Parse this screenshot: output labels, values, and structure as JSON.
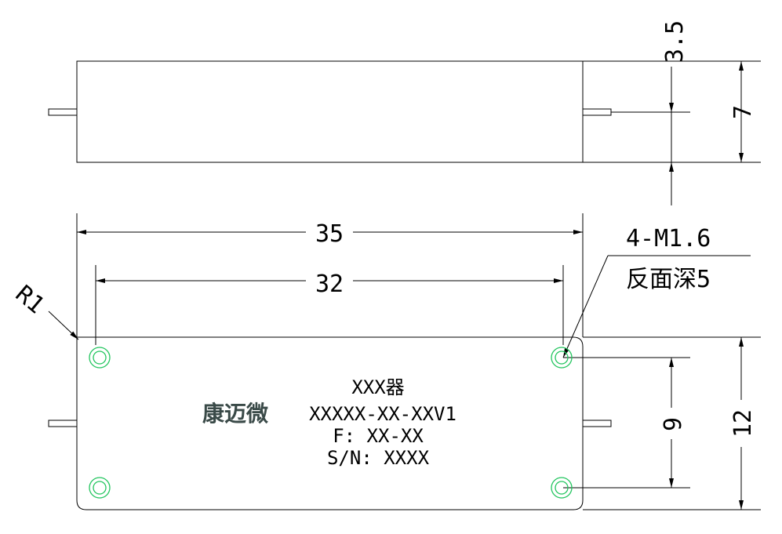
{
  "colors": {
    "line": "#000000",
    "hole": "#22c55e",
    "brand": "#3a4a48"
  },
  "dimensions": {
    "length_outer": "35",
    "length_holes": "32",
    "thread_note_line1": "4-M1.6",
    "thread_note_line2": "反面深5",
    "corner_radius": "R1",
    "side_offset": "3.5",
    "side_height": "7",
    "hole_spacing_v": "9",
    "height_total": "12"
  },
  "plate_text": {
    "brand": "康迈微",
    "product": "XXX器",
    "model": "XXXXX-XX-XXV1",
    "freq": "F: XX-XX",
    "serial": "S/N: XXXX"
  },
  "icons": {
    "mount_hole": "mounting-hole-icon"
  }
}
